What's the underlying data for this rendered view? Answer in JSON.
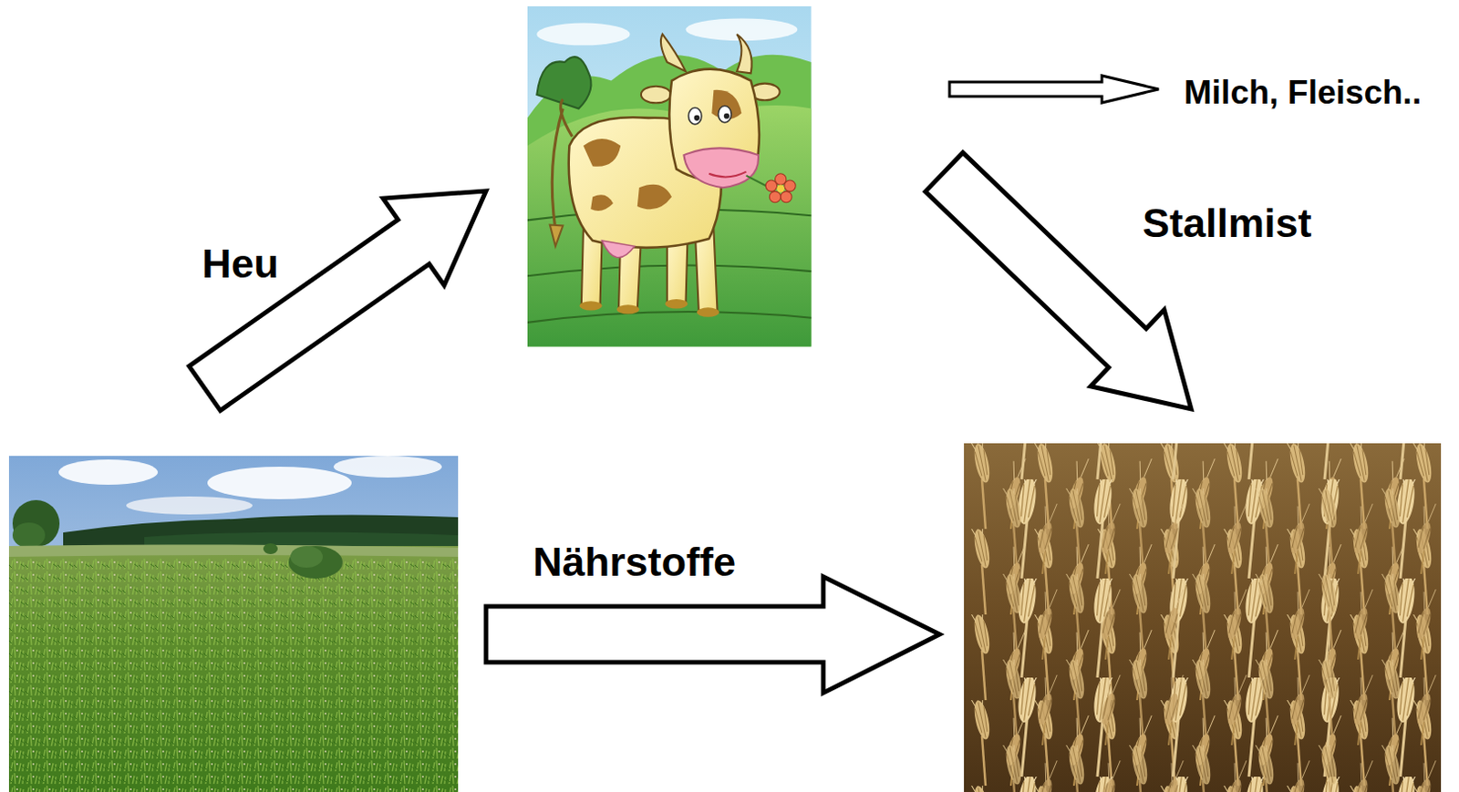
{
  "diagram": {
    "labels": [
      "Milch, Fleisch..",
      "Stallmist",
      "Heu",
      "Nährstoffe"
    ]
  }
}
